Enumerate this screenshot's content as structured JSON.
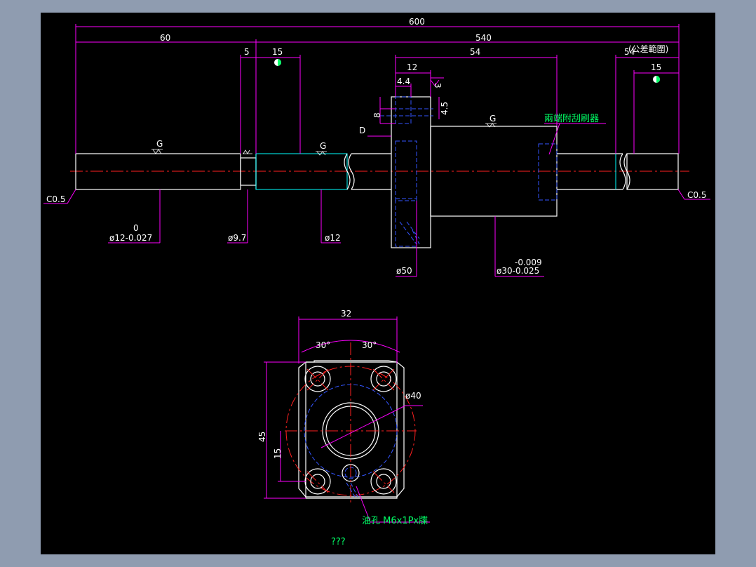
{
  "dimensions": {
    "total_length": "600",
    "left_end": "60",
    "thread_length": "540",
    "undercut": "5",
    "left_flat": "15",
    "flange_to_nut": "54",
    "flange_width": "12",
    "flange_offset": "4.4",
    "groove": "3",
    "oil_hole_dia": "8",
    "oil_hole_pos": "4.5",
    "right_dim": "54",
    "right_note": "(公差範圍)",
    "right_flat": "15",
    "chamfer_left": "C0.5",
    "chamfer_right": "C0.5",
    "datum": "D",
    "shaft_tol_top": "0",
    "shaft_dia": "ø12-0.027",
    "undercut_dia": "ø9.7",
    "thread_dia": "ø12",
    "flange_dia": "ø50",
    "nut_tol_top": "-0.009",
    "nut_dia": "ø30-0.025",
    "wiper_note": "兩端附刮刷器",
    "flange_width_view": "32",
    "angle_left": "30°",
    "angle_right": "30°",
    "pcd": "ø40",
    "height": "45",
    "hole_offset": "15",
    "oil_note": "油孔 M6x1Px牒",
    "title": "???"
  },
  "symbols": {
    "roughness": "G"
  },
  "colors": {
    "background": "#000000",
    "frame": "#8f9cb0",
    "dimension": "#ff00ff",
    "outline": "#ffffff",
    "hidden": "#3355ff",
    "center": "#ff2020",
    "callout": "#00ff66"
  }
}
